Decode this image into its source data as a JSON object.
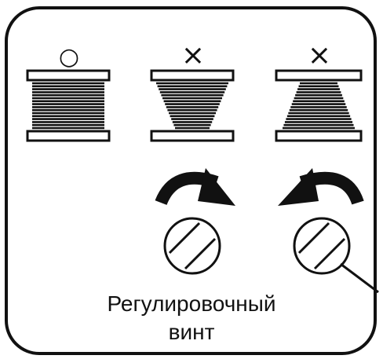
{
  "bobbins": [
    {
      "mark": "○",
      "status": "correct",
      "shape": "even"
    },
    {
      "mark": "×",
      "status": "wrong",
      "shape": "taper-down"
    },
    {
      "mark": "×",
      "status": "wrong",
      "shape": "taper-up"
    }
  ],
  "arrows": [
    {
      "direction": "clockwise",
      "icon": "curved-arrow-clockwise-icon"
    },
    {
      "direction": "counterclockwise",
      "icon": "curved-arrow-counterclockwise-icon"
    }
  ],
  "caption": {
    "line1": "Регулировочный",
    "line2": "винт"
  },
  "colors": {
    "ink": "#111111",
    "background": "#ffffff"
  }
}
